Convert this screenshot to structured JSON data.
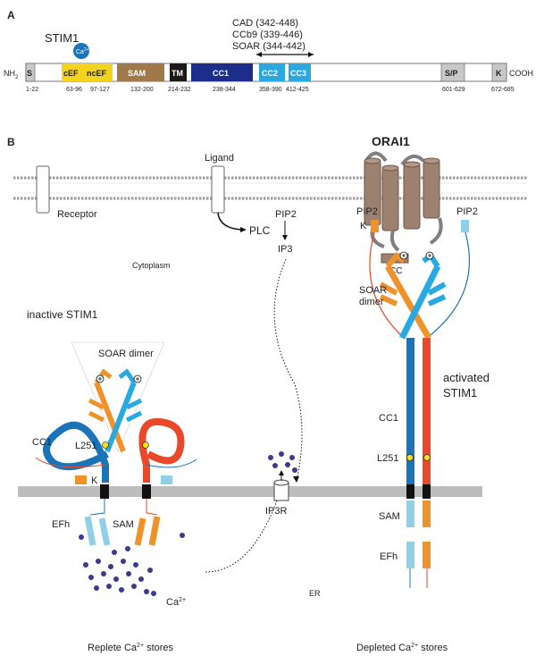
{
  "panel_a": {
    "letter": "A",
    "protein": "STIM1",
    "ca_badge": "Ca",
    "ca_sup": "2+",
    "nh2": "NH",
    "nh2_sub": "2",
    "cooh": "COOH",
    "ranges": {
      "cad": "CAD (342-448)",
      "ccb9": "CCb9 (339-446)",
      "soar": "SOAR (344-442)"
    },
    "domains": [
      {
        "label": "S",
        "pos": "1-22",
        "color": "#c8c8c8"
      },
      {
        "label": "cEF",
        "pos": "63-96",
        "color": "#f5d21c"
      },
      {
        "label": "ncEF",
        "pos": "97-127",
        "color": "#f5d21c"
      },
      {
        "label": "SAM",
        "pos": "132-200",
        "color": "#a0784a"
      },
      {
        "label": "TM",
        "pos": "214-232",
        "color": "#1a1a1a"
      },
      {
        "label": "CC1",
        "pos": "238-344",
        "color": "#1c2d8c"
      },
      {
        "label": "CC2",
        "pos": "358-390",
        "color": "#2aa8e0"
      },
      {
        "label": "CC3",
        "pos": "412-425",
        "color": "#2aa8e0"
      },
      {
        "label": "S/P",
        "pos": "601-629",
        "color": "#c8c8c8"
      },
      {
        "label": "K",
        "pos": "672-685",
        "color": "#c8c8c8"
      }
    ]
  },
  "panel_b": {
    "letter": "B",
    "orai": "ORAI1",
    "receptor": "Receptor",
    "ligand": "Ligand",
    "plc": "PLC",
    "pip2": "PIP2",
    "ip3": "IP3",
    "cytoplasm": "Cytoplasm",
    "inactive": "inactive STIM1",
    "soar_dimer": "SOAR dimer",
    "soar": "SOAR",
    "dimer": "dimer",
    "cc1": "CC1",
    "l251": "L251",
    "k": "K",
    "efh": "EFh",
    "sam": "SAM",
    "cc": "CC",
    "ip3r": "IP3R",
    "er": "ER",
    "ca": "Ca",
    "ca_sup": "2+",
    "activated": "activated",
    "stim1": "STIM1",
    "replete": "Replete Ca",
    "depleted": "Depleted Ca",
    "stores": " stores",
    "colors": {
      "orange": "#f0922a",
      "blue": "#1c74b8",
      "cyan": "#29a9e1",
      "red": "#e8492a",
      "lightblue": "#8fd0e6",
      "membrane": "#bdbdbd",
      "calcium": "#3b3a8c",
      "orai": "#9c8070"
    }
  }
}
